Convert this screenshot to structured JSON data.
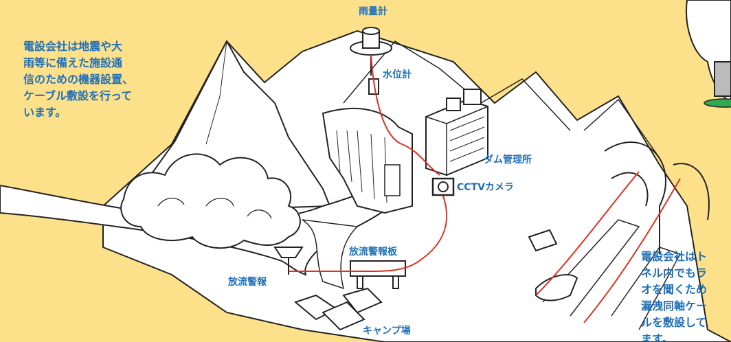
{
  "intro_text": "電設会社は地震や大\n雨等に備えた施設通\n信のための機器設置、\nケーブル敷設を行って\nいます。",
  "tunnel_text": "電設会社はト\nネル内でもラ\nオを聞くため\n漏洩同軸ケー\nルを敷設して\nます。",
  "labels": {
    "rain_gauge": "雨量計",
    "water_level_gauge": "水位計",
    "dam_office": "ダム管理所",
    "cctv_camera": "CCTVカメラ",
    "discharge_alarm": "放流警報",
    "discharge_alarm_board": "放流警報板",
    "campsite": "キャンプ場"
  },
  "colors": {
    "background": "#fde08a",
    "label_text": "#1e6fb8",
    "cable": "#e0301e",
    "outline": "#222222"
  }
}
